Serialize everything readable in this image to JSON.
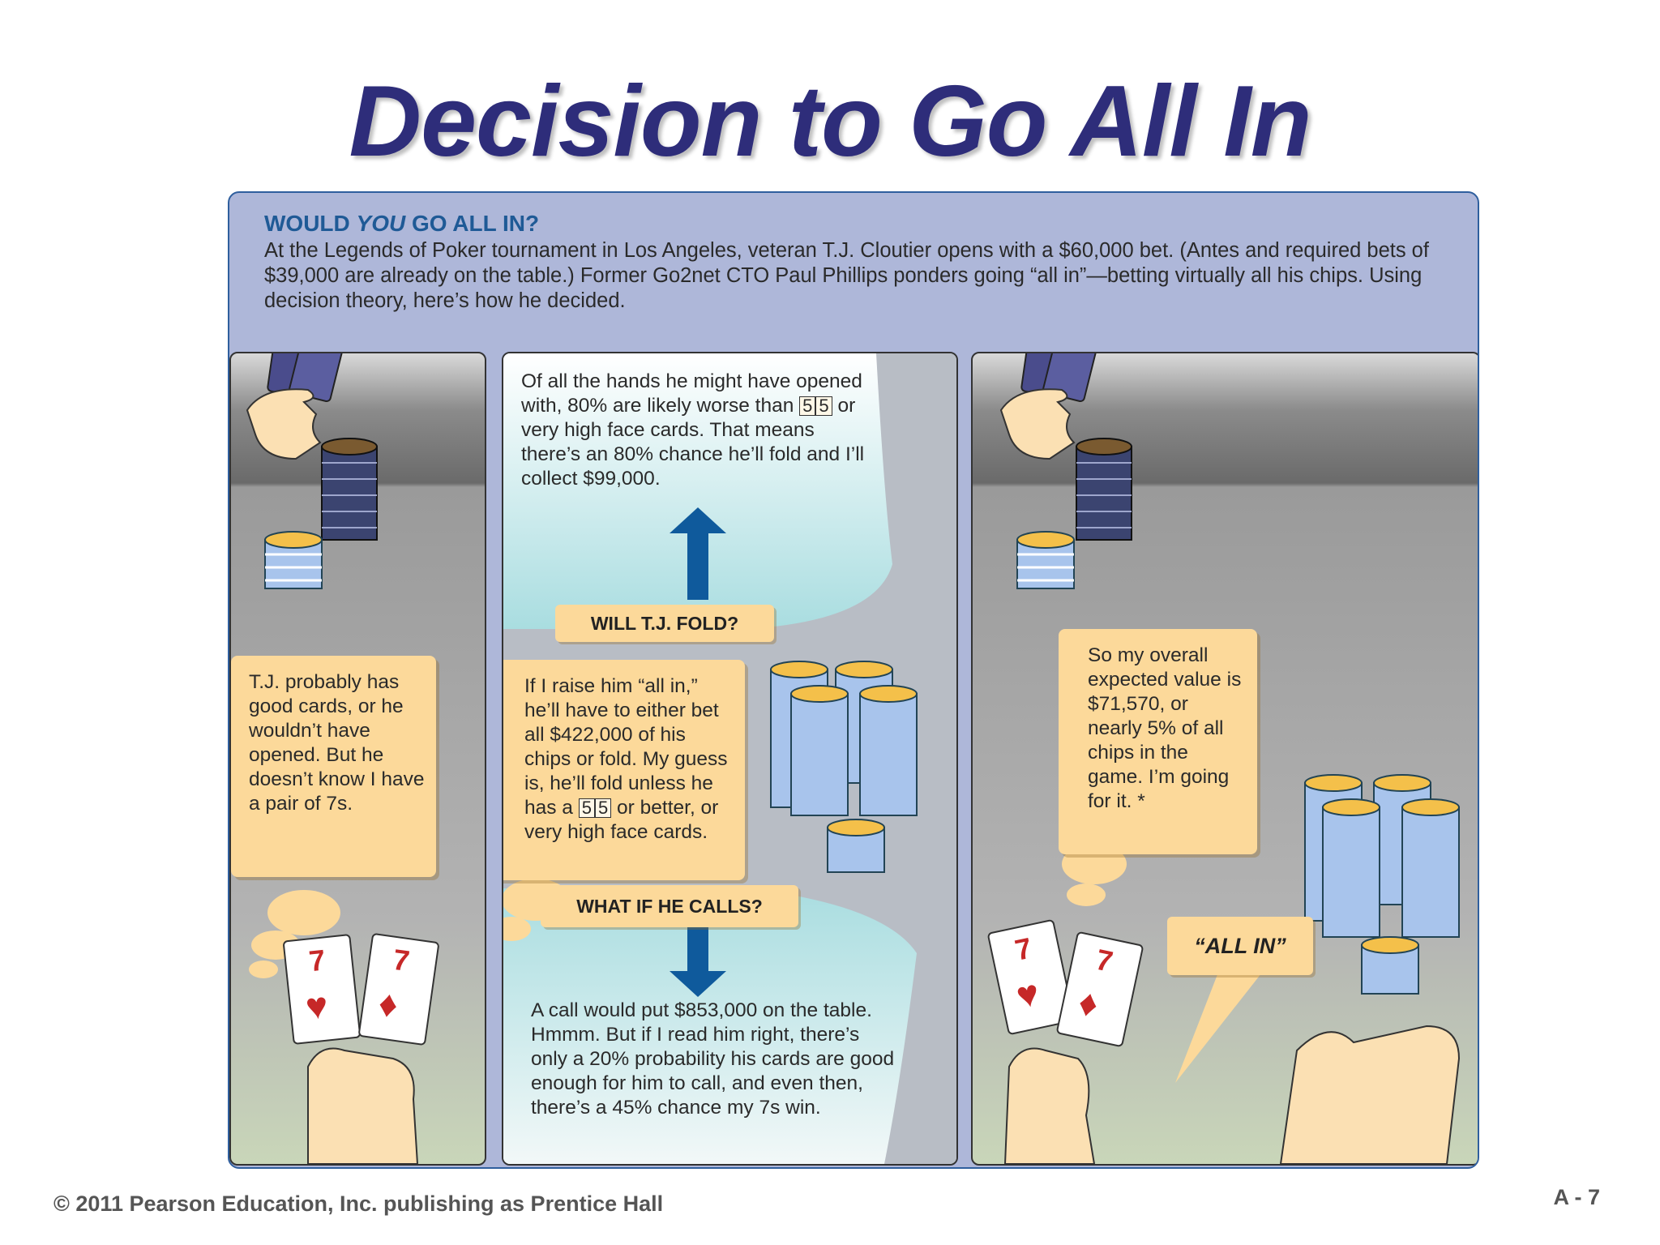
{
  "title": "Decision to Go All In",
  "intro": {
    "heading_pre": "WOULD ",
    "heading_em": "YOU",
    "heading_post": " GO ALL IN?",
    "text": "At the Legends of Poker tournament in Los Angeles, veteran T.J. Cloutier opens with a $60,000 bet. (Antes and required bets of $39,000 are already on the table.) Former Go2net CTO Paul Phillips ponders going “all in”—betting virtually all his chips. Using decision theory, here’s how he decided."
  },
  "panel1": {
    "thought": "T.J. probably has good cards, or he wouldn’t have opened. But he doesn’t know I have a pair of 7s."
  },
  "panel2": {
    "top_text_a": "Of all the hands he might have opened with, 80% are likely worse than ",
    "card_value": "5",
    "top_text_b": " or very high face cards. That means there’s an 80% chance he’ll fold and I’ll collect $99,000.",
    "fold_label": "WILL T.J. FOLD?",
    "thought_a": "If I raise him “all in,” he’ll have to either bet all $422,000 of his chips or fold. My guess is, he’ll fold unless he has a ",
    "thought_b": " or better, or very high face cards.",
    "calls_label": "WHAT IF HE CALLS?",
    "bottom_text": "A call would put $853,000 on the table. Hmmm. But if I read him right, there’s only a 20% probability his cards are good enough for him to call, and even then, there’s a 45% chance my 7s win."
  },
  "panel3": {
    "thought": "So my overall expected value is $71,570, or nearly 5% of all chips in the game. I’m going for it. *",
    "speech": "“ALL IN”"
  },
  "cards": {
    "rank": "7",
    "suit_heart": "♥",
    "suit_diamond": "♦"
  },
  "colors": {
    "title": "#2e2d7a",
    "bubble": "#fcd99a",
    "arrow": "#0f5a9c",
    "frame": "#aeb7d9"
  },
  "footer": {
    "copyright": "© 2011 Pearson Education, Inc. publishing as Prentice Hall",
    "page": "A - 7"
  }
}
